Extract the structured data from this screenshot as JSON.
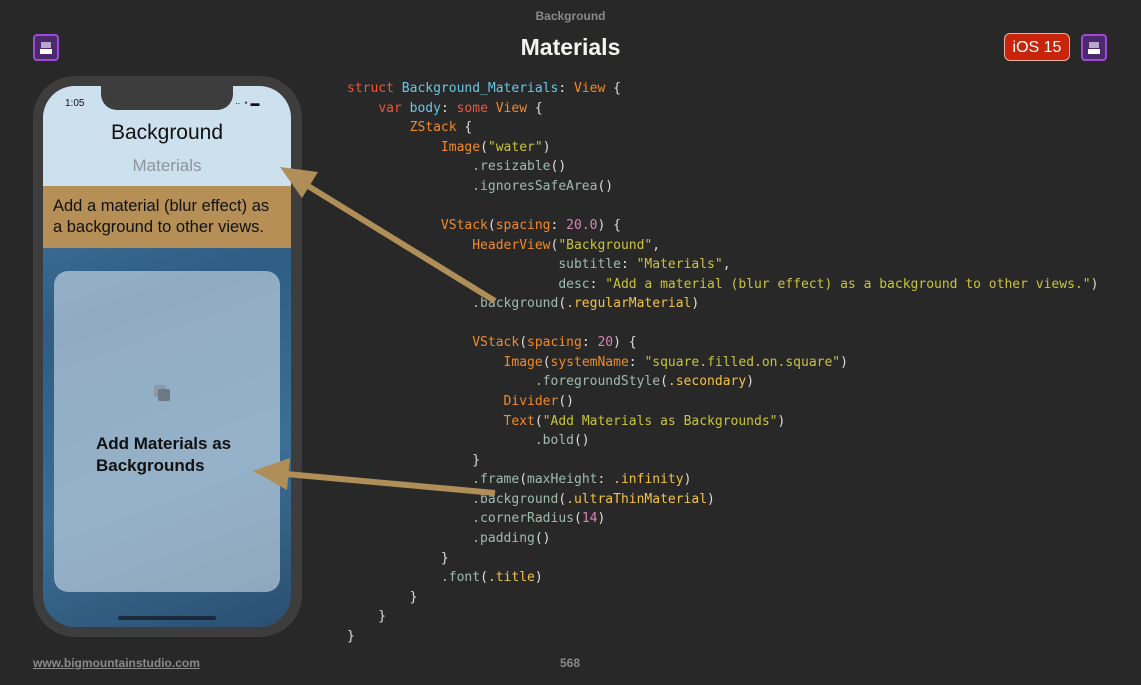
{
  "header": {
    "kicker": "Background",
    "title": "Materials",
    "badge": "iOS 15"
  },
  "footer": {
    "link": "www.bigmountainstudio.com",
    "page": "568"
  },
  "phone": {
    "time": "1:05",
    "status": "∙∙ ◔ ▬",
    "title": "Background",
    "subtitle": "Materials",
    "desc": "Add a material (blur effect) as a background to other views.",
    "card_text": "Add Materials as Backgrounds"
  },
  "code": [
    [
      [
        "kw",
        "struct "
      ],
      [
        "nm",
        "Background_Materials"
      ],
      [
        "pl",
        ": "
      ],
      [
        "ty",
        "View"
      ],
      [
        "pl",
        " {"
      ]
    ],
    [
      [
        "pl",
        "    "
      ],
      [
        "kw",
        "var "
      ],
      [
        "nm",
        "body"
      ],
      [
        "pl",
        ": "
      ],
      [
        "kw",
        "some "
      ],
      [
        "ty",
        "View"
      ],
      [
        "pl",
        " {"
      ]
    ],
    [
      [
        "pl",
        "        "
      ],
      [
        "ty",
        "ZStack"
      ],
      [
        "pl",
        " {"
      ]
    ],
    [
      [
        "pl",
        "            "
      ],
      [
        "ty",
        "Image"
      ],
      [
        "pl",
        "("
      ],
      [
        "st",
        "\"water\""
      ],
      [
        "pl",
        ")"
      ]
    ],
    [
      [
        "pl",
        "                "
      ],
      [
        "md",
        ".resizable"
      ],
      [
        "pl",
        "()"
      ]
    ],
    [
      [
        "pl",
        "                "
      ],
      [
        "md",
        ".ignoresSafeArea"
      ],
      [
        "pl",
        "()"
      ]
    ],
    [
      [
        "pl",
        " "
      ]
    ],
    [
      [
        "pl",
        "            "
      ],
      [
        "ty",
        "VStack"
      ],
      [
        "pl",
        "("
      ],
      [
        "ty",
        "spacing"
      ],
      [
        "pl",
        ": "
      ],
      [
        "num",
        "20.0"
      ],
      [
        "pl",
        ") {"
      ]
    ],
    [
      [
        "pl",
        "                "
      ],
      [
        "ty",
        "HeaderView"
      ],
      [
        "pl",
        "("
      ],
      [
        "st",
        "\"Background\""
      ],
      [
        "pl",
        ","
      ]
    ],
    [
      [
        "pl",
        "                           "
      ],
      [
        "md",
        "subtitle"
      ],
      [
        "pl",
        ": "
      ],
      [
        "st",
        "\"Materials\""
      ],
      [
        "pl",
        ","
      ]
    ],
    [
      [
        "pl",
        "                           "
      ],
      [
        "md",
        "desc"
      ],
      [
        "pl",
        ": "
      ],
      [
        "st",
        "\"Add a material (blur effect) as a background to other views.\""
      ],
      [
        "pl",
        ")"
      ]
    ],
    [
      [
        "pl",
        "                "
      ],
      [
        "md",
        ".background"
      ],
      [
        "pl",
        "("
      ],
      [
        "mb",
        ".regularMaterial"
      ],
      [
        "pl",
        ")"
      ]
    ],
    [
      [
        "pl",
        " "
      ]
    ],
    [
      [
        "pl",
        "                "
      ],
      [
        "ty",
        "VStack"
      ],
      [
        "pl",
        "("
      ],
      [
        "ty",
        "spacing"
      ],
      [
        "pl",
        ": "
      ],
      [
        "num",
        "20"
      ],
      [
        "pl",
        ") {"
      ]
    ],
    [
      [
        "pl",
        "                    "
      ],
      [
        "ty",
        "Image"
      ],
      [
        "pl",
        "("
      ],
      [
        "ty",
        "systemName"
      ],
      [
        "pl",
        ": "
      ],
      [
        "st",
        "\"square.filled.on.square\""
      ],
      [
        "pl",
        ")"
      ]
    ],
    [
      [
        "pl",
        "                        "
      ],
      [
        "md",
        ".foregroundStyle"
      ],
      [
        "pl",
        "("
      ],
      [
        "mb",
        ".secondary"
      ],
      [
        "pl",
        ")"
      ]
    ],
    [
      [
        "pl",
        "                    "
      ],
      [
        "ty",
        "Divider"
      ],
      [
        "pl",
        "()"
      ]
    ],
    [
      [
        "pl",
        "                    "
      ],
      [
        "ty",
        "Text"
      ],
      [
        "pl",
        "("
      ],
      [
        "st",
        "\"Add Materials as Backgrounds\""
      ],
      [
        "pl",
        ")"
      ]
    ],
    [
      [
        "pl",
        "                        "
      ],
      [
        "md",
        ".bold"
      ],
      [
        "pl",
        "()"
      ]
    ],
    [
      [
        "pl",
        "                }"
      ]
    ],
    [
      [
        "pl",
        "                "
      ],
      [
        "md",
        ".frame"
      ],
      [
        "pl",
        "("
      ],
      [
        "md",
        "maxHeight"
      ],
      [
        "pl",
        ": "
      ],
      [
        "mb",
        ".infinity"
      ],
      [
        "pl",
        ")"
      ]
    ],
    [
      [
        "pl",
        "                "
      ],
      [
        "md",
        ".background"
      ],
      [
        "pl",
        "("
      ],
      [
        "mb",
        ".ultraThinMaterial"
      ],
      [
        "pl",
        ")"
      ]
    ],
    [
      [
        "pl",
        "                "
      ],
      [
        "md",
        ".cornerRadius"
      ],
      [
        "pl",
        "("
      ],
      [
        "num",
        "14"
      ],
      [
        "pl",
        ")"
      ]
    ],
    [
      [
        "pl",
        "                "
      ],
      [
        "md",
        ".padding"
      ],
      [
        "pl",
        "()"
      ]
    ],
    [
      [
        "pl",
        "            }"
      ]
    ],
    [
      [
        "pl",
        "            "
      ],
      [
        "md",
        ".font"
      ],
      [
        "pl",
        "("
      ],
      [
        "mb",
        ".title"
      ],
      [
        "pl",
        ")"
      ]
    ],
    [
      [
        "pl",
        "        }"
      ]
    ],
    [
      [
        "pl",
        "    }"
      ]
    ],
    [
      [
        "pl",
        "}"
      ]
    ]
  ]
}
